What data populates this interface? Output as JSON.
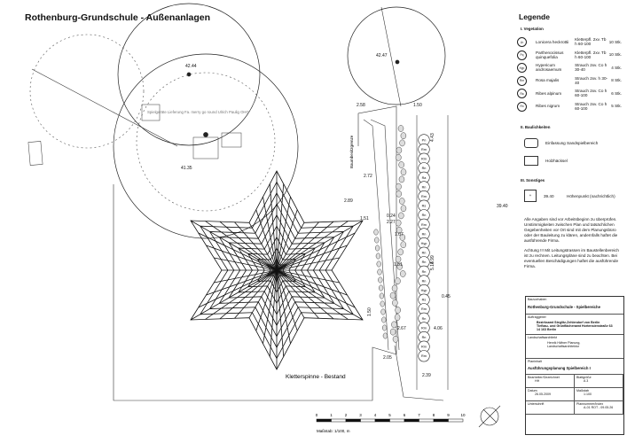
{
  "title": "Rothenburg-Grundschule - Außenanlagen",
  "plan_labels": {
    "spider": "Kletterspinne - Bestand",
    "fence": "Baumbesitzgrenze",
    "garden_note": "Spielgeräte Lieferung Fa. merry go round Ulrich Paulig OHG",
    "scale_label": "Maßstab: 1/100, m",
    "scale_ticks": [
      "0",
      "1",
      "2",
      "3",
      "4",
      "5",
      "6",
      "7",
      "8",
      "9",
      "10"
    ]
  },
  "dimensions": [
    "42.44",
    "42.47",
    "41.35",
    "2.58",
    "1.50",
    "4.43",
    "2.72",
    "2.89",
    "1.51",
    "0.24",
    "2.27",
    "1.07",
    "5.18",
    "1.51",
    "4.99",
    "0.45",
    "1.50",
    "2.67",
    "4.06",
    "2.05",
    "2.39",
    "39.40"
  ],
  "tree_codes": [
    "Pn",
    "Rm",
    "Rm",
    "Rn",
    "Ra",
    "Rn",
    "Rm",
    "Rs",
    "Rn",
    "Rm",
    "Rn",
    "Hyp",
    "Rn",
    "Rn",
    "Rn",
    "Rn",
    "Hyp",
    "Rs",
    "Rm",
    "Rn",
    "Rm",
    "Rn",
    "Rm",
    "Rm"
  ],
  "legend": {
    "heading": "Legende",
    "section_vegetation": "I. Vegetation",
    "plants": [
      {
        "code": "Lh",
        "name": "Lonicera heckrottii",
        "spec": "Kletterpfl. 2xv. Tb h 60-100",
        "qty": "10 Stk."
      },
      {
        "code": "Pq",
        "name": "Parthenocissus quinquefolia",
        "spec": "Kletterpfl. 2xv. Tb h 60-100",
        "qty": "10 Stk."
      },
      {
        "code": "Hyp",
        "name": "Hypericum androsaemum",
        "spec": "Strauch 2xv. Co h 30-40",
        "qty": "4 Stk."
      },
      {
        "code": "Rm",
        "name": "Rosa majalis",
        "spec": "Strauch 2xv. h 30-40",
        "qty": "8 Stk."
      },
      {
        "code": "Ra",
        "name": "Ribes alpinum",
        "spec": "Strauch 2xv. Co h 60-100",
        "qty": "6 Stk."
      },
      {
        "code": "Rn",
        "name": "Ribes nigrum",
        "spec": "Strauch 2xv. Co h 60-100",
        "qty": "5 Stk."
      }
    ],
    "section_baulich": "II. Baulichkeiten",
    "baulich": [
      {
        "label": "Einfassung Sandspielbereich"
      },
      {
        "label": "Holzhäcksel"
      }
    ],
    "section_sonstiges": "III. Sonstiges",
    "sonstiges_value": "39.40",
    "sonstiges_label": "Höhenpunkt (nachrichtlich)",
    "note1": "Alle Angaben sind vor Arbeitsbeginn zu überprüfen. Unstimmigkeiten zwischen Plan und tatsächlichen Gegebenheiten vor Ort sind mit dem Planungsbüro oder der Bauleitung zu klären, andernfalls haftet die ausführende Firma.",
    "note2": "Achtung !!! Mit Leitungstrassen im Baustellenbereich ist zu rechnen. Leitungspläne sind zu beachten. Bei eventuellen Beschädigungen haftet die ausführende Firma."
  },
  "titleblock": {
    "bv_label": "Bauvorhaben",
    "bv_value": "Rothenburg-Grundschule - Spielbereiche",
    "ag_label": "Auftraggeber",
    "ag_value": "Bezirksamt Steglitz-Zehlendorf von Berlin Tiefbau- und Grünflächenamt Hortensienstraße 63 14 163 Berlin",
    "la_label": "Landschaftsarchitekt",
    "la_value": "Henrik Häfner Planung, Landschaftsarchitektur",
    "pl_label": "Planinhalt",
    "pl_value": "Ausführungsplanung Spielbereich I",
    "meta": [
      {
        "k": "Bearbeiter/Gezeichnet",
        "v": "HH"
      },
      {
        "k": "Blattgröße",
        "v": "A 3"
      },
      {
        "k": "Datum",
        "v": "26.05.2009"
      },
      {
        "k": "Maßstab",
        "v": "1:100"
      },
      {
        "k": "Unterschrift",
        "v": ""
      },
      {
        "k": "Plannummer/Index",
        "v": "A-01 ROT - 09.05.26"
      }
    ]
  }
}
